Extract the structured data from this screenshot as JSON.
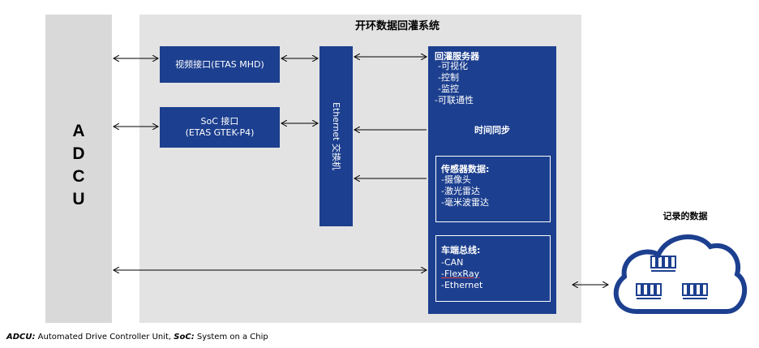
{
  "adcu": {
    "letters": [
      "A",
      "D",
      "C",
      "U"
    ]
  },
  "system": {
    "title": "开环数据回灌系统"
  },
  "video_interface": {
    "label": "视频接口(ETAS MHD)"
  },
  "soc_interface": {
    "line1": "SoC 接口",
    "line2": "(ETAS GTEK-P4)"
  },
  "ethernet_switch": {
    "label": "Ethernet 交换机"
  },
  "server": {
    "title": "回灌服务器",
    "items": [
      "-可视化",
      "-控制",
      "-监控",
      "-可联通性"
    ],
    "time_sync": "时间同步"
  },
  "sensor_data": {
    "title": "传感器数据:",
    "items": [
      "-摄像头",
      "-激光雷达",
      "-毫米波雷达"
    ]
  },
  "vehicle_bus": {
    "title": "车端总线:",
    "items": [
      "-CAN",
      "-FlexRay",
      "-Ethernet"
    ]
  },
  "recorded_data": {
    "label": "记录的数据"
  },
  "footnote": {
    "term1": "ADCU:",
    "def1": " Automated Drive Controller Unit, ",
    "term2": "SoC:",
    "def2": " System on a Chip"
  },
  "colors": {
    "box_blue": "#1c3f8f",
    "panel_gray": "#e3e3e3",
    "adcu_gray": "#d9d9d9",
    "cloud_blue": "#1c3f8f"
  }
}
